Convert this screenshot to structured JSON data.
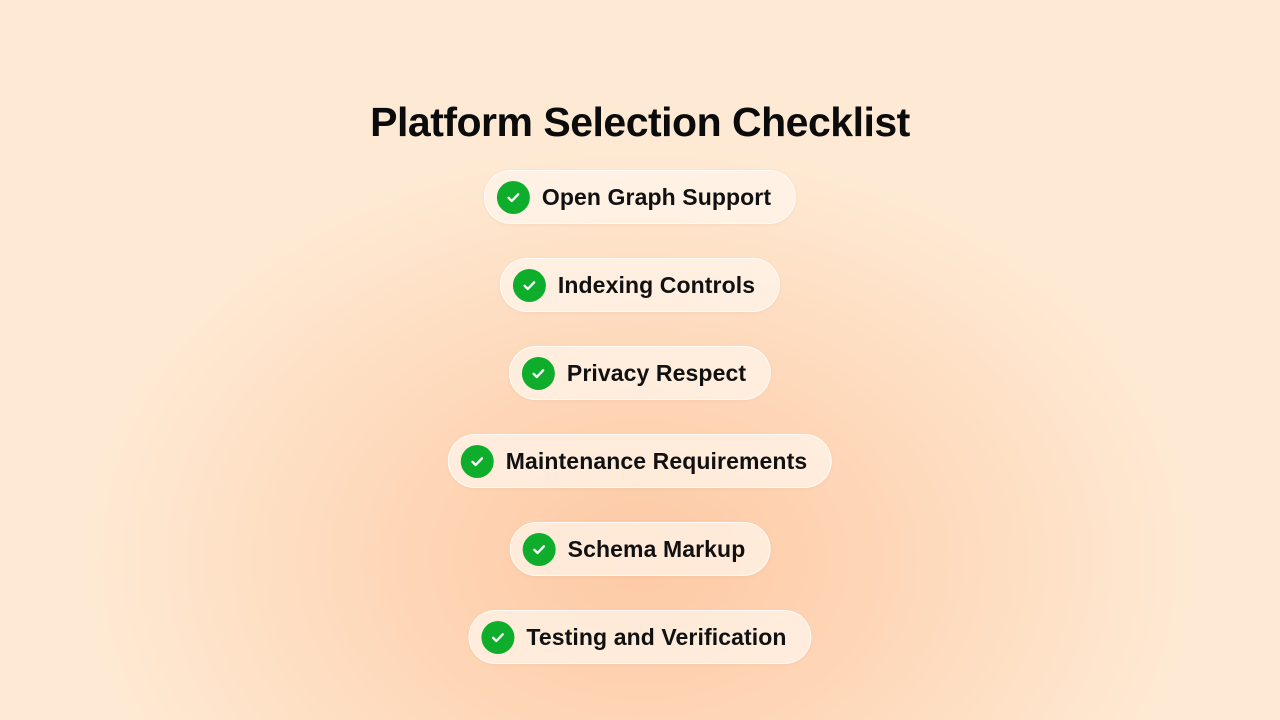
{
  "title": "Platform Selection Checklist",
  "accent_color": "#0fad2c",
  "items": [
    {
      "label": "Open Graph Support",
      "icon": "check-circle-icon",
      "checked": true
    },
    {
      "label": "Indexing Controls",
      "icon": "check-circle-icon",
      "checked": true
    },
    {
      "label": "Privacy Respect",
      "icon": "check-circle-icon",
      "checked": true
    },
    {
      "label": "Maintenance Requirements",
      "icon": "check-circle-icon",
      "checked": true
    },
    {
      "label": "Schema Markup",
      "icon": "check-circle-icon",
      "checked": true
    },
    {
      "label": "Testing and Verification",
      "icon": "check-circle-icon",
      "checked": true
    }
  ]
}
